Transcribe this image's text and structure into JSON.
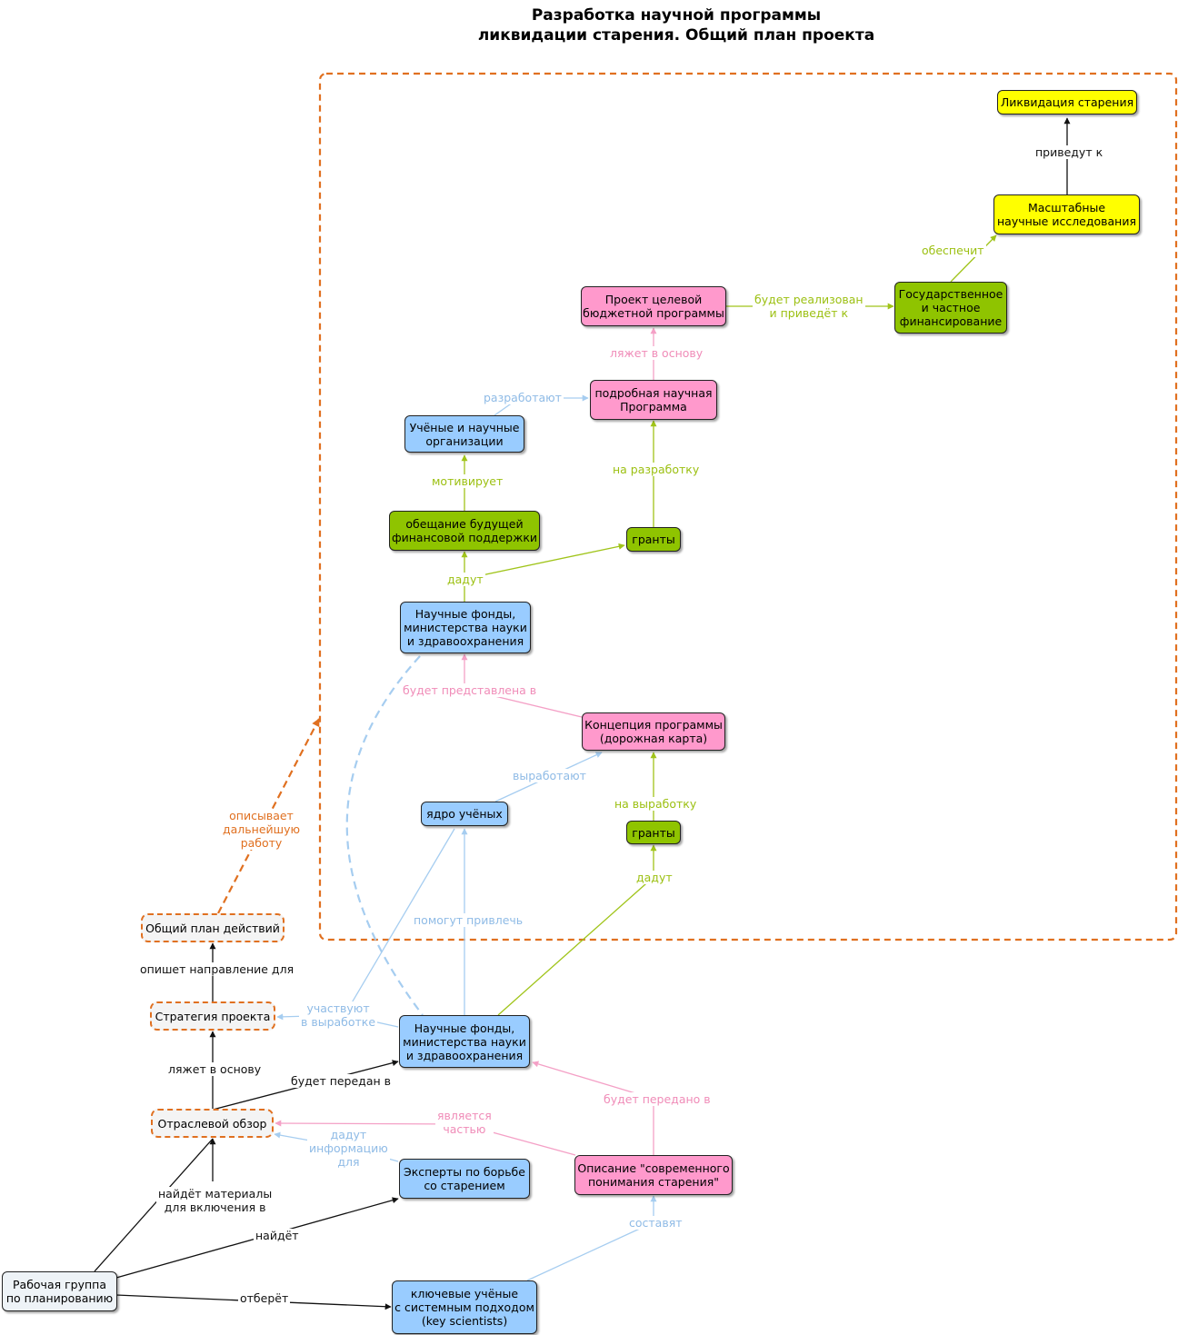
{
  "title": {
    "line1": "Разработка научной программы",
    "line2": "ликвидации старения. Общий план проекта"
  },
  "colors": {
    "blue_node": "#99ccff",
    "pink_node": "#ff99cc",
    "green_node": "#8fc400",
    "yellow_node": "#ffff00",
    "orange_dashed": "#e07020",
    "black_link": "#111111",
    "blue_link": "#a6cdf0",
    "pink_link": "#f4a0c6",
    "green_link": "#a0c41a"
  },
  "nodes": {
    "liquidation": [
      "Ликвидация старения"
    ],
    "large_research": [
      "Масштабные",
      "научные исследования"
    ],
    "gov_funding": [
      "Государственное",
      "и частное",
      "финансирование"
    ],
    "budget_project": [
      "Проект целевой",
      "бюджетной программы"
    ],
    "detailed_program": [
      "подробная научная",
      "Программа"
    ],
    "scientists_orgs": [
      "Учёные и научные",
      "организации"
    ],
    "promise_funding": [
      "обещание будущей",
      "финансовой поддержки"
    ],
    "grants_top": [
      "гранты"
    ],
    "funds_top": [
      "Научные фонды,",
      "министерства науки",
      "и здравоохранения"
    ],
    "concept": [
      "Концепция программы",
      "(дорожная карта)"
    ],
    "core": [
      "ядро учёных"
    ],
    "grants_mid": [
      "гранты"
    ],
    "general_plan": [
      "Общий план действий"
    ],
    "strategy": [
      "Стратегия проекта"
    ],
    "funds_bottom": [
      "Научные фонды,",
      "министерства науки",
      "и здравоохранения"
    ],
    "industry_review": [
      "Отраслевой обзор"
    ],
    "experts": [
      "Эксперты по борьбе",
      "со старением"
    ],
    "description": [
      "Описание \"современного",
      "понимания старения\""
    ],
    "working_group": [
      "Рабочая группа",
      "по планированию"
    ],
    "key_scientists": [
      "ключевые учёные",
      "с системным подходом",
      "(key scientists)"
    ]
  },
  "links": {
    "lead_to": [
      "приведут к"
    ],
    "will_provide": [
      "обеспечит"
    ],
    "realized": [
      "будет реализован",
      "и приведёт к"
    ],
    "basis_top": [
      "ляжет в основу"
    ],
    "will_develop": [
      "разработают"
    ],
    "for_development": [
      "на разработку"
    ],
    "motivates": [
      "мотивирует"
    ],
    "give_top": [
      "дадут"
    ],
    "presented_in": [
      "будет представлена в"
    ],
    "work_out": [
      "выработают"
    ],
    "for_working_out": [
      "на выработку"
    ],
    "give_mid": [
      "дадут"
    ],
    "help_attract": [
      "помогут привлечь"
    ],
    "describes": [
      "описывает",
      "дальнейшую",
      "работу"
    ],
    "will_outline": [
      "опишет направление для"
    ],
    "participate": [
      "участвуют",
      "в выработке"
    ],
    "basis_bottom": [
      "ляжет в основу"
    ],
    "transferred_m": [
      "будет передан в"
    ],
    "transferred_n": [
      "будет передано в"
    ],
    "is_part": [
      "является",
      "частью"
    ],
    "give_info": [
      "дадут",
      "информацию",
      "для"
    ],
    "find_materials": [
      "найдёт материалы",
      "для включения в"
    ],
    "will_find": [
      "найдёт"
    ],
    "will_compose": [
      "составят"
    ],
    "will_select": [
      "отберёт"
    ]
  }
}
